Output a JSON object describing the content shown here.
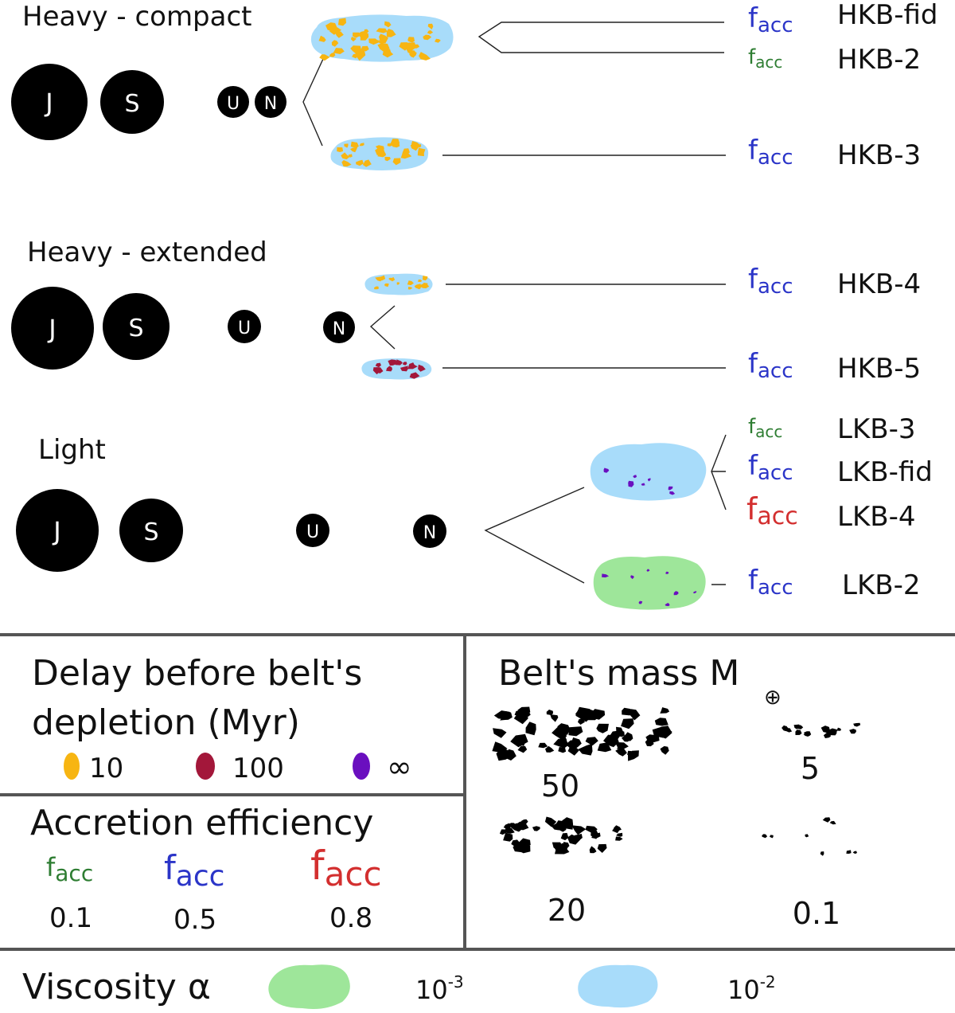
{
  "colors": {
    "low_viscosity_cloud": "#9ee69a",
    "high_viscosity_cloud": "#a8dcfa",
    "delay_10": "#f7b512",
    "delay_100": "#a3173a",
    "delay_inf": "#6a0fbf",
    "facc_low": "#2e7d32",
    "facc_mid": "#2b35c8",
    "facc_high": "#d32f2f"
  },
  "scenarios": [
    {
      "title": "Heavy - compact",
      "planets": [
        "J",
        "S",
        "U",
        "N"
      ],
      "runs": [
        {
          "facc_symbol": "f",
          "facc_sub": "acc",
          "facc_level": "mid",
          "label": "HKB-fid"
        },
        {
          "facc_symbol": "f",
          "facc_sub": "acc",
          "facc_level": "low",
          "label": "HKB-2"
        },
        {
          "facc_symbol": "f",
          "facc_sub": "acc",
          "facc_level": "mid",
          "label": "HKB-3"
        }
      ]
    },
    {
      "title": "Heavy - extended",
      "planets": [
        "J",
        "S",
        "U",
        "N"
      ],
      "runs": [
        {
          "facc_symbol": "f",
          "facc_sub": "acc",
          "facc_level": "mid",
          "label": "HKB-4"
        },
        {
          "facc_symbol": "f",
          "facc_sub": "acc",
          "facc_level": "mid",
          "label": "HKB-5"
        }
      ]
    },
    {
      "title": "Light",
      "planets": [
        "J",
        "S",
        "U",
        "N"
      ],
      "runs": [
        {
          "facc_symbol": "f",
          "facc_sub": "acc",
          "facc_level": "low",
          "label": "LKB-3"
        },
        {
          "facc_symbol": "f",
          "facc_sub": "acc",
          "facc_level": "mid",
          "label": "LKB-fid"
        },
        {
          "facc_symbol": "f",
          "facc_sub": "acc",
          "facc_level": "high",
          "label": "LKB-4"
        },
        {
          "facc_symbol": "f",
          "facc_sub": "acc",
          "facc_level": "mid",
          "label": "LKB-2"
        }
      ]
    }
  ],
  "legend": {
    "delay": {
      "title_line1": "Delay before belt's",
      "title_line2": "depletion (Myr)",
      "items": [
        {
          "label": "10",
          "color_key": "delay_10"
        },
        {
          "label": "100",
          "color_key": "delay_100"
        },
        {
          "label": "∞",
          "color_key": "delay_inf"
        }
      ]
    },
    "accretion": {
      "title": "Accretion efficiency",
      "items": [
        {
          "symbol": "f",
          "sub": "acc",
          "value": "0.1",
          "color_key": "facc_low"
        },
        {
          "symbol": "f",
          "sub": "acc",
          "value": "0.5",
          "color_key": "facc_mid"
        },
        {
          "symbol": "f",
          "sub": "acc",
          "value": "0.8",
          "color_key": "facc_high"
        }
      ]
    },
    "mass": {
      "title": "Belt's mass M",
      "title_symbol": "⊕",
      "items": [
        "50",
        "5",
        "20",
        "0.1"
      ]
    },
    "viscosity": {
      "title": "Viscosity α",
      "items": [
        {
          "base": "10",
          "exp": "-3",
          "color_key": "low_viscosity_cloud"
        },
        {
          "base": "10",
          "exp": "-2",
          "color_key": "high_viscosity_cloud"
        }
      ]
    }
  }
}
